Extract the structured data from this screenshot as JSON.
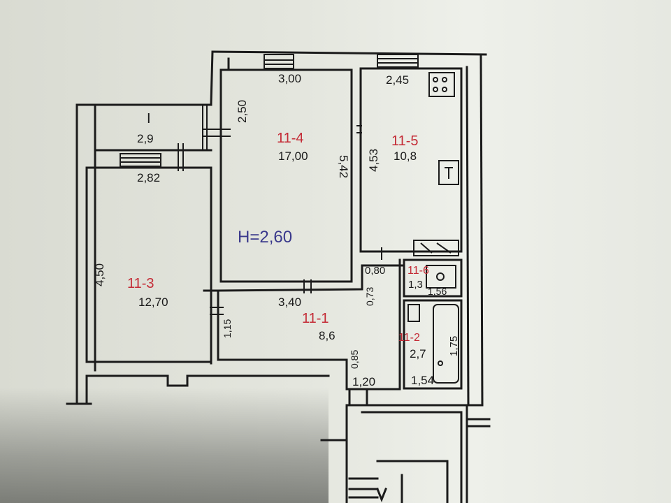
{
  "plan": {
    "ceiling_height": "H=2,60",
    "rooms": [
      {
        "id": "11-4",
        "area": "17,00"
      },
      {
        "id": "11-5",
        "area": "10,8"
      },
      {
        "id": "11-3",
        "area": "12,70"
      },
      {
        "id": "11-1",
        "area": "8,6"
      },
      {
        "id": "11-6",
        "area": "1,3"
      },
      {
        "id": "11-2",
        "area": "2,7"
      }
    ],
    "balcony": {
      "mark": "I",
      "area": "2,9"
    },
    "dimensions": {
      "room4_width": "3,00",
      "room4_side": "2,50",
      "room4_length": "5,42",
      "room5_width": "2,45",
      "room5_length": "4,53",
      "room3_width": "2,82",
      "room3_length": "4,50",
      "hall_width": "3,40",
      "hall_side": "1,15",
      "hall_small_a": "0,80",
      "hall_small_b": "0,73",
      "hall_small_c": "0,85",
      "hall_bottom": "1,20",
      "wc_width": "1,56",
      "bath_width": "1,54",
      "bath_length": "1,75"
    }
  }
}
